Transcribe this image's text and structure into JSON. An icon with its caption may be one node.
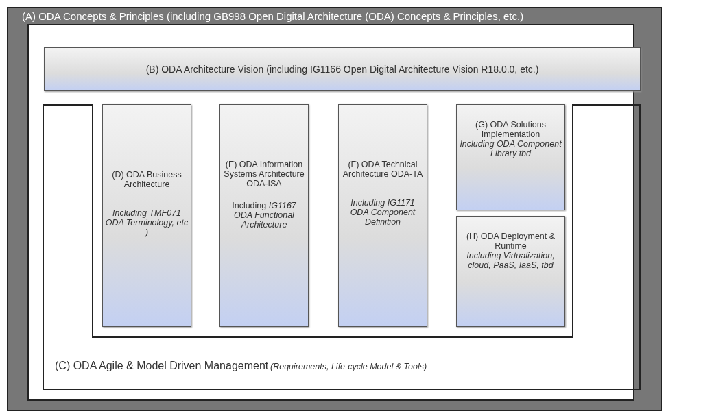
{
  "diagram": {
    "nodes": [
      {
        "text": [
          "(A) ODA Concepts & Principles (including GB998 Open Digital Architecture (ODA) Concepts & Principles, etc.)"
        ]
      },
      {
        "text": [
          "(B) ODA Architecture Vision (including IG1166 Open Digital Architecture Vision R18.0.0, etc.)"
        ],
        "in": 0
      },
      {
        "text": [
          "(C) ODA Agile & Model Driven Management",
          "(Requirements, Life-cycle Model & Tools)"
        ],
        "in": 0
      },
      {
        "text": [
          "(D) ODA Business Architecture",
          "Including TMF071 ODA Terminology, etc )"
        ],
        "in": 0
      },
      {
        "text": [
          "(E) ODA Information Systems Architecture ODA-ISA",
          "Including *IG1167 ODA Functional Architecture*"
        ],
        "in": 0
      },
      {
        "text": [
          "(F) ODA Technical Architecture ODA-TA",
          "Including IG1171 ODA Component Definition"
        ],
        "in": 0
      },
      {
        "text": [
          "(G) ODA Solutions Implementation",
          "Including ODA Component Library tbd"
        ],
        "in": 0
      },
      {
        "text": [
          "(H) ODA Deployment & Runtime",
          "Including Virtualization, cloud, PaaS, IaaS, tbd"
        ],
        "in": 0
      }
    ],
    "edges": []
  }
}
